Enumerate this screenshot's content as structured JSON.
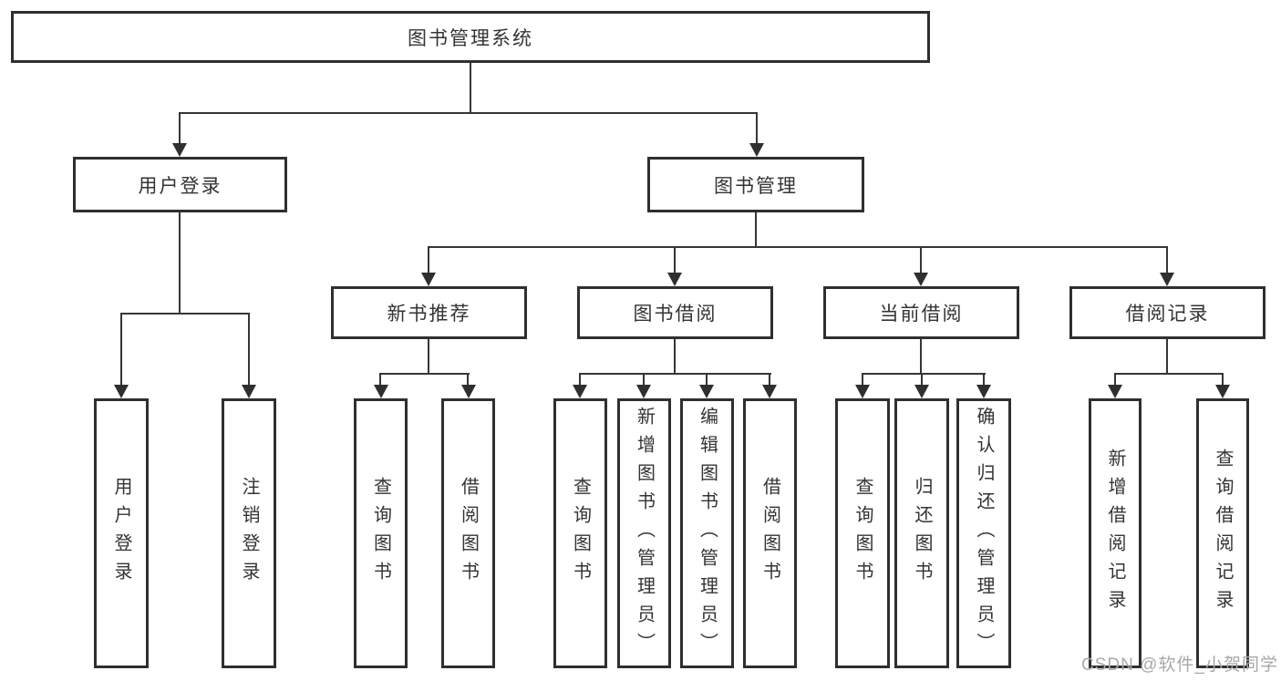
{
  "diagram": {
    "title": "图书管理系统",
    "tree": {
      "label": "图书管理系统",
      "children": [
        {
          "label": "用户登录",
          "children": [
            {
              "label": "用户登录"
            },
            {
              "label": "注销登录"
            }
          ]
        },
        {
          "label": "图书管理",
          "children": [
            {
              "label": "新书推荐",
              "children": [
                {
                  "label": "查询图书"
                },
                {
                  "label": "借阅图书"
                }
              ]
            },
            {
              "label": "图书借阅",
              "children": [
                {
                  "label": "查询图书"
                },
                {
                  "label": "新增图书（管理员）"
                },
                {
                  "label": "编辑图书（管理员）"
                },
                {
                  "label": "借阅图书"
                }
              ]
            },
            {
              "label": "当前借阅",
              "children": [
                {
                  "label": "查询图书"
                },
                {
                  "label": "归还图书"
                },
                {
                  "label": "确认归还（管理员）"
                }
              ]
            },
            {
              "label": "借阅记录",
              "children": [
                {
                  "label": "新增借阅记录"
                },
                {
                  "label": "查询借阅记录"
                }
              ]
            }
          ]
        }
      ]
    },
    "colors": {
      "line": "#363636",
      "border": "#2f2f2f",
      "text": "#333333",
      "background": "#ffffff",
      "watermark": "#a8a8a8"
    }
  },
  "watermark": {
    "text": "CSDN @软件_小贺同学"
  }
}
